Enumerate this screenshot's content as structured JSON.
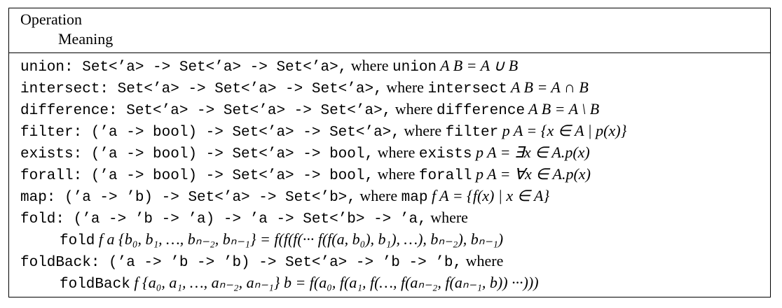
{
  "header": {
    "col1": "Operation",
    "col2": "Meaning"
  },
  "rows": [
    {
      "sig": "union: Set<’a> -> Set<’a> -> Set<’a>,",
      "where": " where ",
      "code": "union",
      "math": " A B = A ∪ B"
    },
    {
      "sig": "intersect: Set<’a> -> Set<’a> -> Set<’a>,",
      "where": " where ",
      "code": "intersect",
      "math": " A B = A ∩ B"
    },
    {
      "sig": "difference: Set<’a> -> Set<’a> -> Set<’a>,",
      "where": " where ",
      "code": "difference",
      "math": " A B = A \\ B"
    },
    {
      "sig": "filter: (’a -> bool) -> Set<’a> -> Set<’a>,",
      "where": " where ",
      "code": "filter",
      "math": " p A = {x ∈ A | p(x)}"
    },
    {
      "sig": "exists: (’a -> bool) -> Set<’a> -> bool,",
      "where": " where ",
      "code": "exists",
      "math": " p A = ∃x ∈ A.p(x)"
    },
    {
      "sig": "forall: (’a -> bool) -> Set<’a> -> bool,",
      "where": " where ",
      "code": "forall",
      "math": " p A = ∀x ∈ A.p(x)"
    },
    {
      "sig": "map: (’a -> ’b) -> Set<’a> -> Set<’b>,",
      "where": " where ",
      "code": "map",
      "math": " f A = {f(x) | x ∈ A}"
    },
    {
      "sig": "fold: (’a -> ’b -> ’a) -> ’a -> Set<’b> -> ’a,",
      "where": " where",
      "code": "",
      "math": ""
    },
    {
      "sig": "",
      "where": "",
      "code": "fold",
      "math": " f a {b₀, b₁, …, bₙ₋₂, bₙ₋₁} = f(f(f(··· f(f(a, b₀), b₁), …), bₙ₋₂), bₙ₋₁)"
    },
    {
      "sig": "foldBack: (’a -> ’b -> ’b) -> Set<’a> -> ’b -> ’b,",
      "where": " where",
      "code": "",
      "math": ""
    },
    {
      "sig": "",
      "where": "",
      "code": "foldBack",
      "math": " f {a₀, a₁, …, aₙ₋₂, aₙ₋₁} b = f(a₀, f(a₁, f(…, f(aₙ₋₂, f(aₙ₋₁, b)) ···)))"
    }
  ]
}
